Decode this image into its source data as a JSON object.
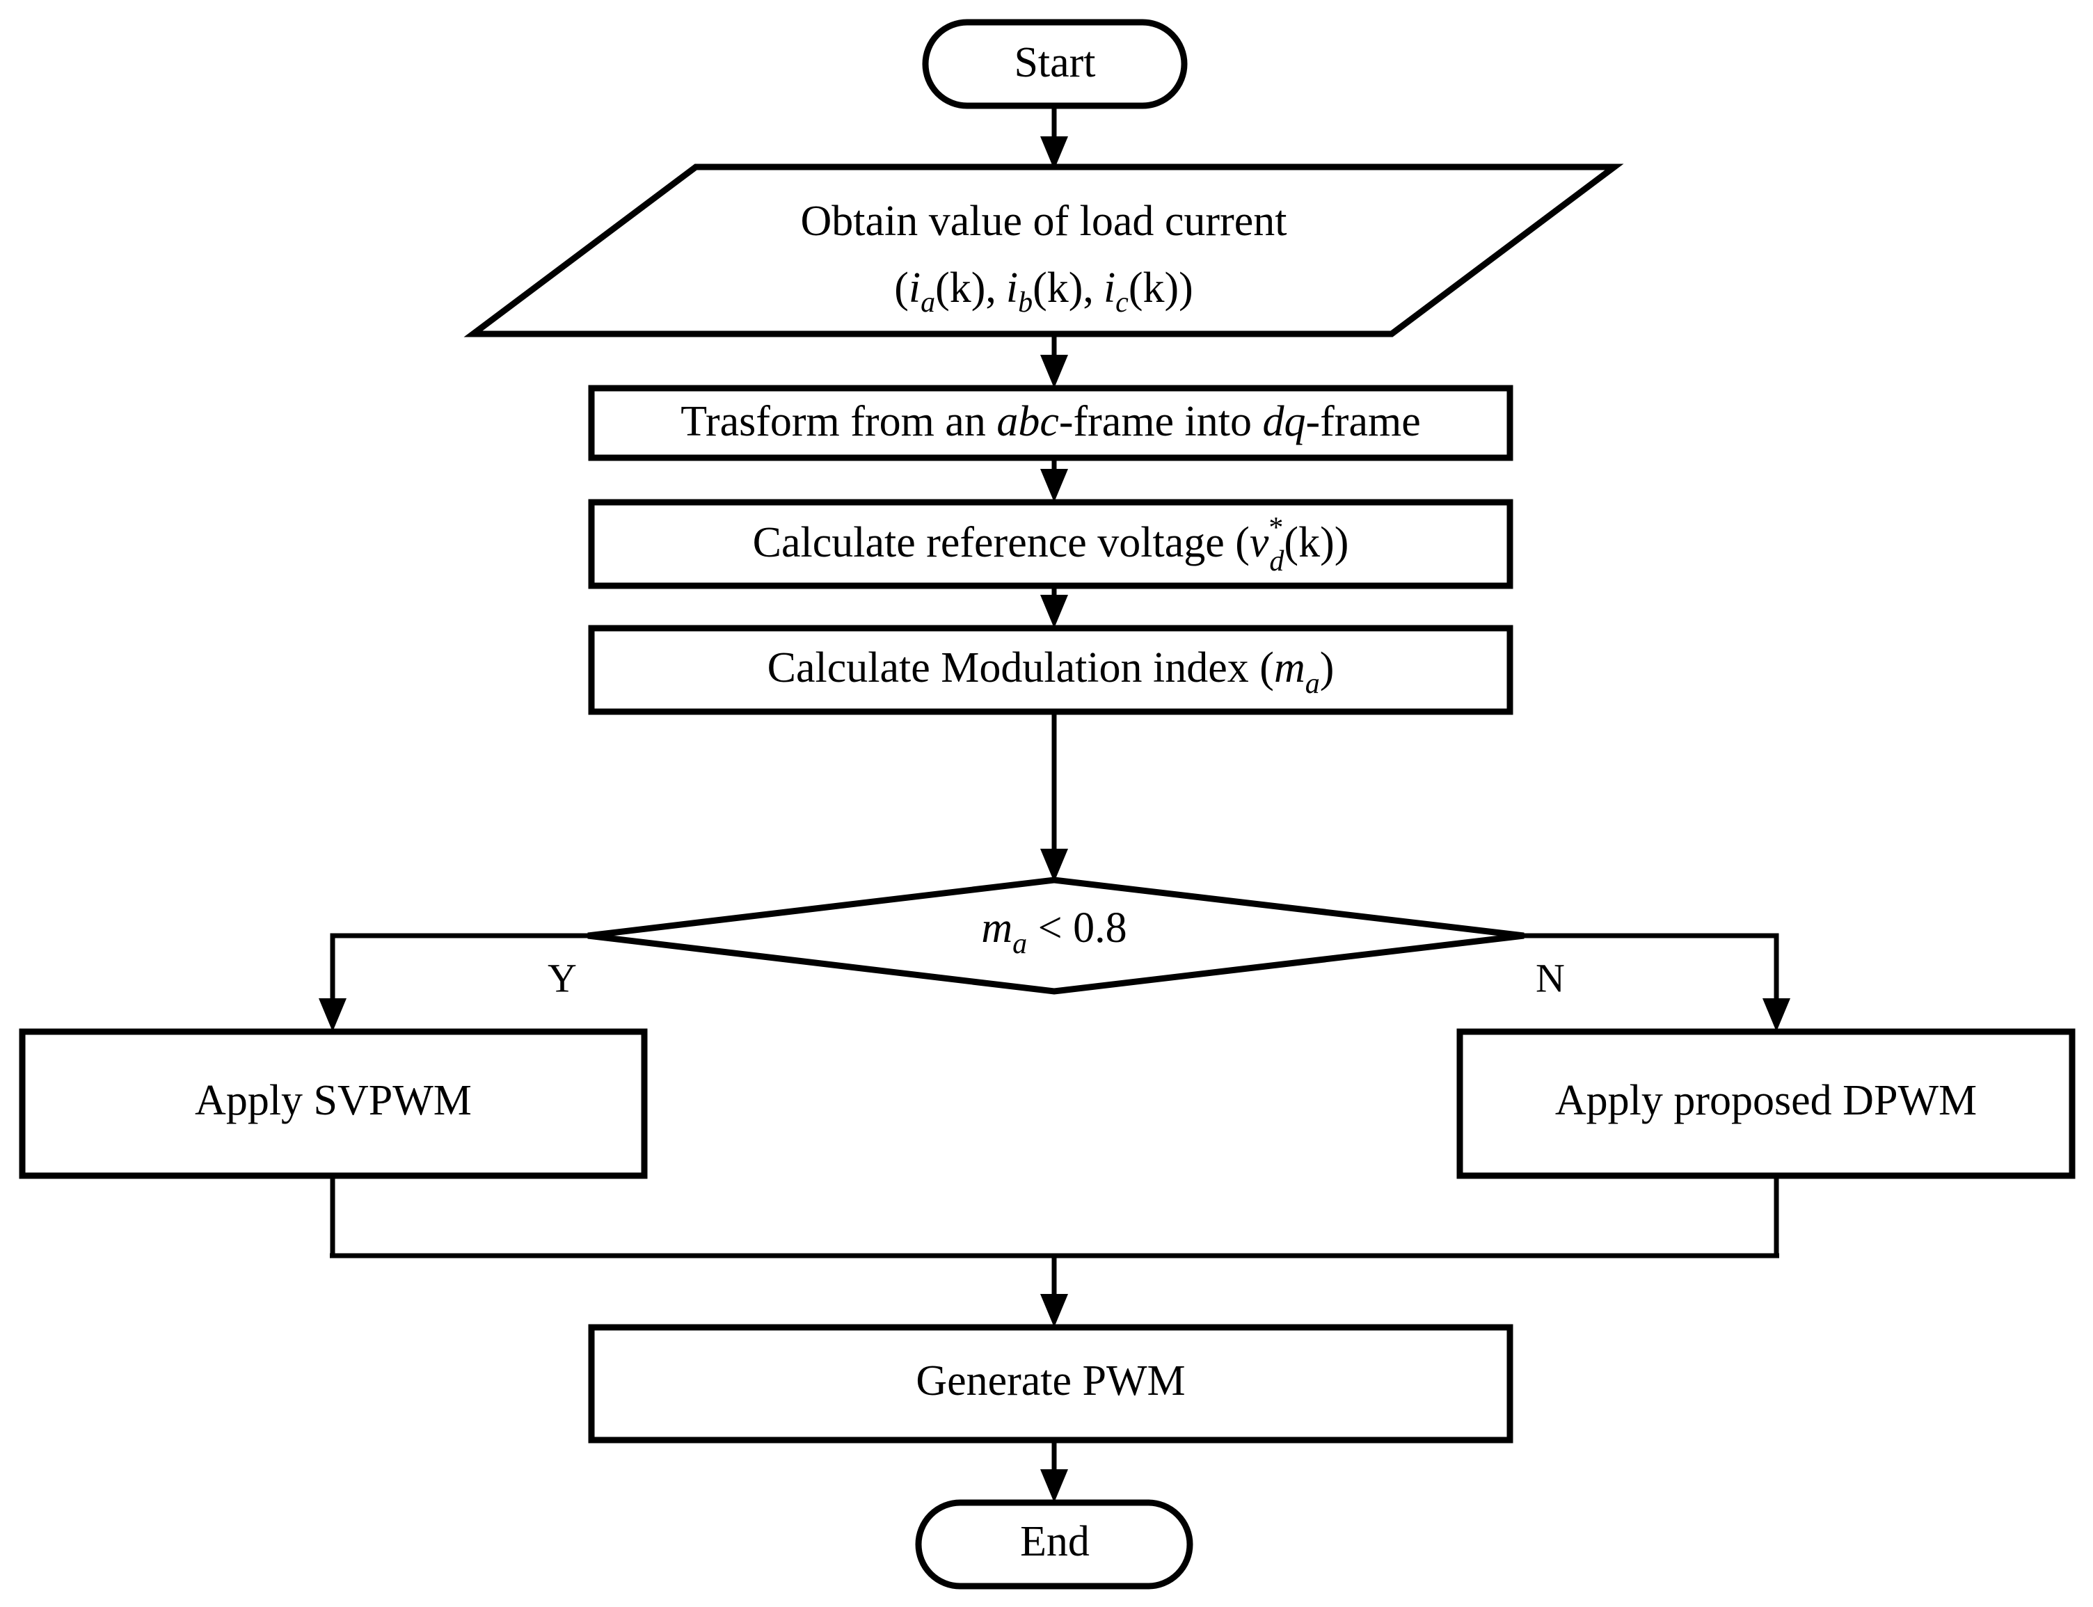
{
  "diagram": {
    "type": "flowchart",
    "title": "PWM modulation selection flowchart",
    "orientation": "top-to-bottom",
    "colors": {
      "background": "#ffffff",
      "stroke": "#000000",
      "fill": "#ffffff"
    }
  },
  "nodes": {
    "start": {
      "shape": "terminator",
      "label": "Start"
    },
    "input_current": {
      "shape": "parallelogram",
      "line1": "Obtain value of load current",
      "math": {
        "open": "(",
        "i1_base": "i",
        "i1_sub": "a",
        "i1_arg": "(k),",
        "i2_base": "i",
        "i2_sub": "b",
        "i2_arg": "(k),",
        "i3_base": "i",
        "i3_sub": "c",
        "i3_arg": "(k)",
        "close": ")"
      }
    },
    "transform": {
      "shape": "process",
      "pre": "Trasform from an ",
      "em1": "abc",
      "mid": "-frame into ",
      "em2": "dq",
      "post": "-frame"
    },
    "ref_voltage": {
      "shape": "process",
      "pre": "Calculate reference voltage (",
      "var": "v",
      "sup": "*",
      "sub": "d",
      "post": "(k))"
    },
    "mod_index": {
      "shape": "process",
      "pre": "Calculate Modulation index (",
      "var": "m",
      "sub": "a",
      "post": ")"
    },
    "decision": {
      "shape": "diamond",
      "var": "m",
      "sub": "a",
      "op": " < 0.8",
      "yes_label": "Y",
      "no_label": "N",
      "threshold": 0.8,
      "condition": "m_a < 0.8"
    },
    "svpwm": {
      "shape": "process",
      "label": "Apply SVPWM"
    },
    "dpwm": {
      "shape": "process",
      "label": "Apply  proposed DPWM"
    },
    "generate": {
      "shape": "process",
      "label": "Generate PWM"
    },
    "end": {
      "shape": "terminator",
      "label": "End"
    }
  },
  "edges": [
    {
      "from": "start",
      "to": "input_current",
      "label": ""
    },
    {
      "from": "input_current",
      "to": "transform",
      "label": ""
    },
    {
      "from": "transform",
      "to": "ref_voltage",
      "label": ""
    },
    {
      "from": "ref_voltage",
      "to": "mod_index",
      "label": ""
    },
    {
      "from": "mod_index",
      "to": "decision",
      "label": ""
    },
    {
      "from": "decision",
      "to": "svpwm",
      "label": "Y"
    },
    {
      "from": "decision",
      "to": "dpwm",
      "label": "N"
    },
    {
      "from": "svpwm",
      "to": "generate",
      "label": ""
    },
    {
      "from": "dpwm",
      "to": "generate",
      "label": ""
    },
    {
      "from": "generate",
      "to": "end",
      "label": ""
    }
  ]
}
